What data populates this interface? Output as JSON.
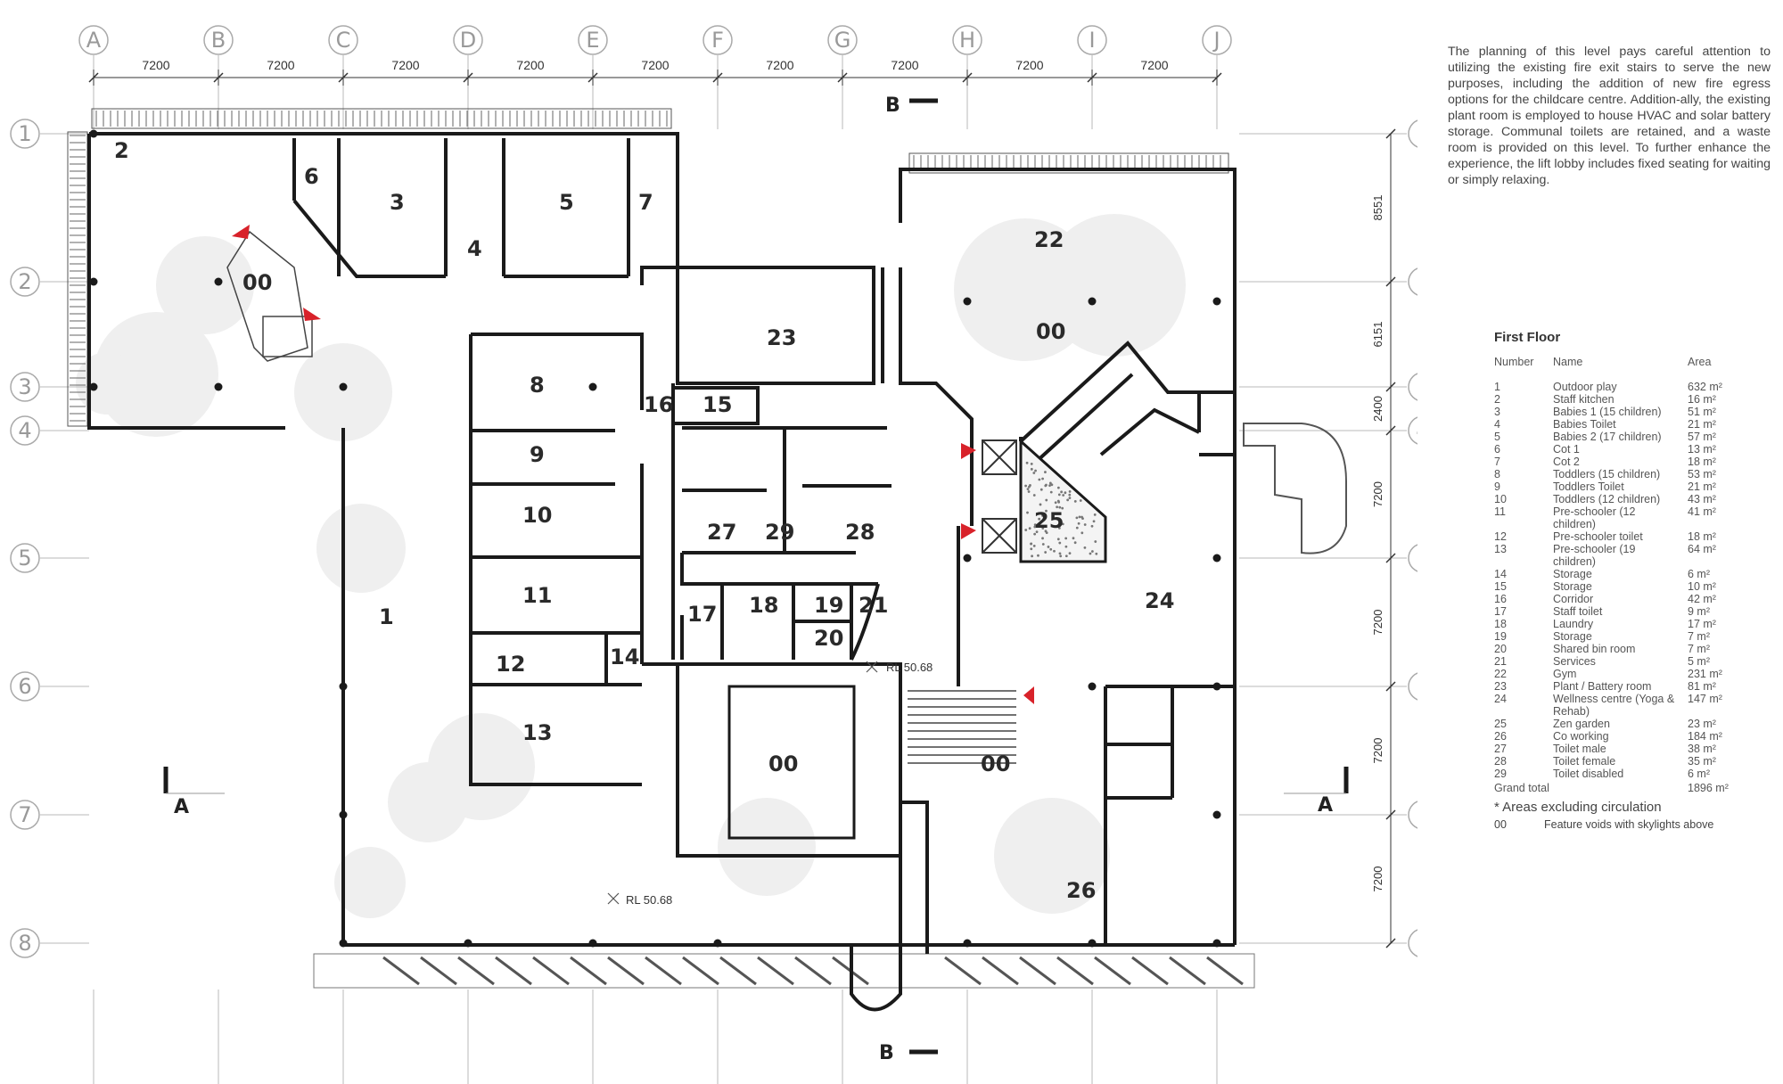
{
  "grid": {
    "columns": [
      "A",
      "B",
      "C",
      "D",
      "E",
      "F",
      "G",
      "H",
      "I",
      "J"
    ],
    "column_spacing": [
      "7200",
      "7200",
      "7200",
      "7200",
      "7200",
      "7200",
      "7200",
      "7200",
      "7200"
    ],
    "rows": [
      "1",
      "2",
      "3",
      "4",
      "5",
      "6",
      "7",
      "8"
    ],
    "row_spacing": [
      "8551",
      "6151",
      "2400",
      "7200",
      "7200",
      "7200",
      "7200"
    ]
  },
  "plan_labels": {
    "rooms": [
      "1",
      "2",
      "3",
      "4",
      "5",
      "6",
      "7",
      "8",
      "9",
      "10",
      "11",
      "12",
      "13",
      "14",
      "15",
      "16",
      "17",
      "18",
      "19",
      "20",
      "21",
      "22",
      "23",
      "24",
      "25",
      "26",
      "27",
      "28",
      "29"
    ],
    "voids": [
      "00",
      "00",
      "00",
      "00"
    ],
    "levels": [
      "RL 50.68",
      "RL 50.68"
    ],
    "sections": [
      "A",
      "A",
      "B",
      "B"
    ]
  },
  "description": "The planning of this level pays careful attention to utilizing the existing fire exit stairs to serve the new purposes, including the addition of new fire egress options for the childcare centre. Addition-ally, the existing plant room is employed to house HVAC and solar battery storage. Communal toilets are retained, and a waste room is provided on this level. To further enhance the experience, the lift lobby includes fixed seating for waiting or simply relaxing.",
  "schedule": {
    "title": "First Floor",
    "headers": [
      "Number",
      "Name",
      "Area"
    ],
    "rows": [
      [
        "1",
        "Outdoor play",
        "632 m²"
      ],
      [
        "2",
        "Staff kitchen",
        "16 m²"
      ],
      [
        "3",
        "Babies 1 (15 children)",
        "51 m²"
      ],
      [
        "4",
        "Babies Toilet",
        "21 m²"
      ],
      [
        "5",
        "Babies 2 (17 children)",
        "57 m²"
      ],
      [
        "6",
        "Cot 1",
        "13 m²"
      ],
      [
        "7",
        "Cot 2",
        "18 m²"
      ],
      [
        "8",
        "Toddlers (15 children)",
        "53 m²"
      ],
      [
        "9",
        "Toddlers Toilet",
        "21 m²"
      ],
      [
        "10",
        "Toddlers (12 children)",
        "43 m²"
      ],
      [
        "11",
        "Pre-schooler (12 children)",
        "41 m²"
      ],
      [
        "12",
        "Pre-schooler toilet",
        "18 m²"
      ],
      [
        "13",
        "Pre-schooler (19 children)",
        "64 m²"
      ],
      [
        "14",
        "Storage",
        "6 m²"
      ],
      [
        "15",
        "Storage",
        "10 m²"
      ],
      [
        "16",
        "Corridor",
        "42 m²"
      ],
      [
        "17",
        "Staff toilet",
        "9 m²"
      ],
      [
        "18",
        "Laundry",
        "17 m²"
      ],
      [
        "19",
        "Storage",
        "7 m²"
      ],
      [
        "20",
        "Shared bin room",
        "7 m²"
      ],
      [
        "21",
        "Services",
        "5 m²"
      ],
      [
        "22",
        "Gym",
        "231 m²"
      ],
      [
        "23",
        "Plant / Battery room",
        "81 m²"
      ],
      [
        "24",
        "Wellness centre (Yoga & Rehab)",
        "147 m²"
      ],
      [
        "25",
        "Zen garden",
        "23 m²"
      ],
      [
        "26",
        "Co working",
        "184 m²"
      ],
      [
        "27",
        "Toilet male",
        "38 m²"
      ],
      [
        "28",
        "Toilet female",
        "35 m²"
      ],
      [
        "29",
        "Toilet disabled",
        "6 m²"
      ]
    ],
    "grand_total_label": "Grand total",
    "grand_total": "1896 m²",
    "note": "* Areas excluding circulation",
    "void_code": "00",
    "void_note": "Feature voids with skylights above"
  },
  "colors": {
    "wall": "#1a1a1a",
    "grid": "#b0b0b0",
    "marker": "#d8222a",
    "shade": "#ececec"
  }
}
